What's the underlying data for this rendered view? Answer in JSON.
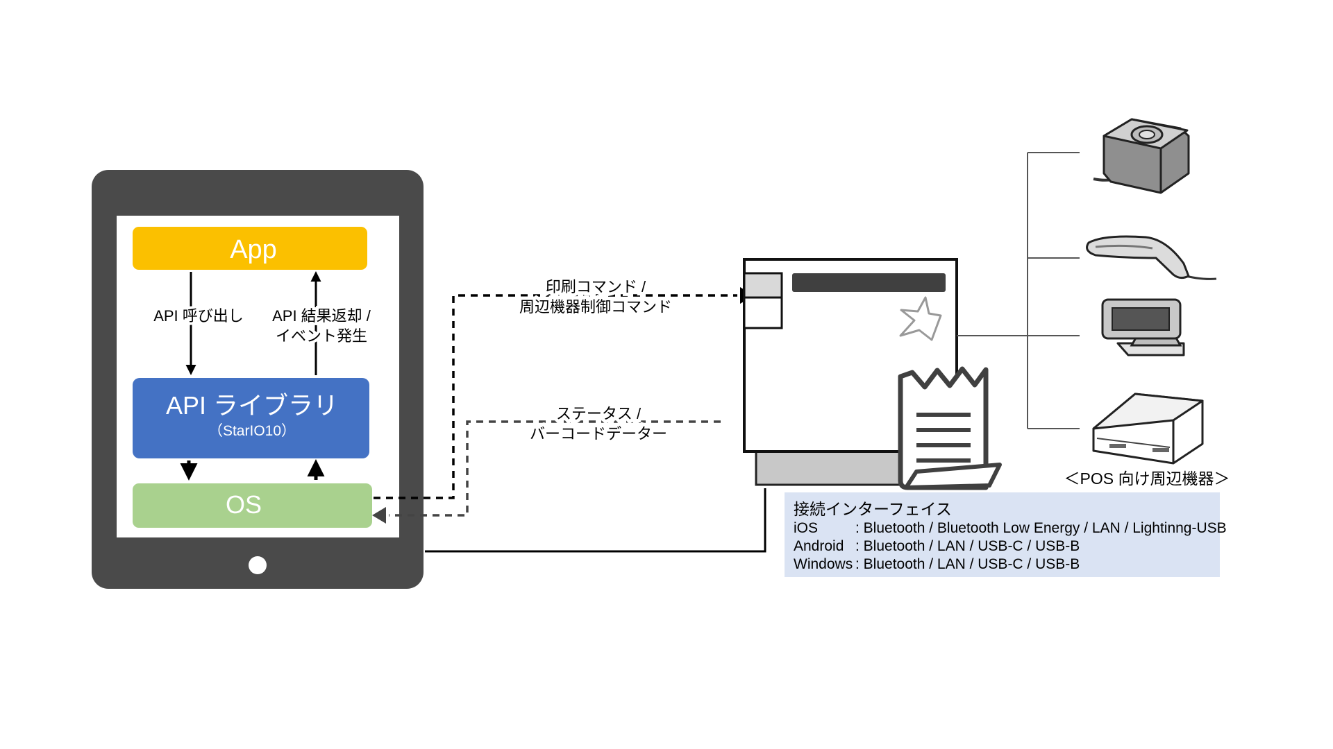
{
  "tablet": {
    "app_label": "App",
    "api_library_label": "API ライブラリ",
    "api_library_sub": "（StarIO10）",
    "os_label": "OS",
    "call_label": "API 呼び出し",
    "result_label_1": "API 結果返却 /",
    "result_label_2": "イベント発生"
  },
  "connections": {
    "command_label_1": "印刷コマンド /",
    "command_label_2": "周辺機器制御コマンド",
    "status_label_1": "ステータス /",
    "status_label_2": "バーコードデーター"
  },
  "peripherals": {
    "caption": "＜POS 向け周辺機器＞"
  },
  "interface": {
    "title": "接続インターフェイス",
    "rows": [
      {
        "platform": "iOS",
        "value": ": Bluetooth / Bluetooth Low Energy / LAN / Lightinng-USB"
      },
      {
        "platform": "Android",
        "value": ": Bluetooth / LAN / USB-C / USB-B"
      },
      {
        "platform": "Windows",
        "value": ": Bluetooth / LAN / USB-C / USB-B"
      }
    ]
  },
  "colors": {
    "tablet_body": "#4a4a4a",
    "app_box": "#fbc000",
    "api_box": "#4472c4",
    "os_box": "#a9d18e",
    "interface_bg": "#dae3f3",
    "printer_bottom": "#c8c8c8"
  }
}
